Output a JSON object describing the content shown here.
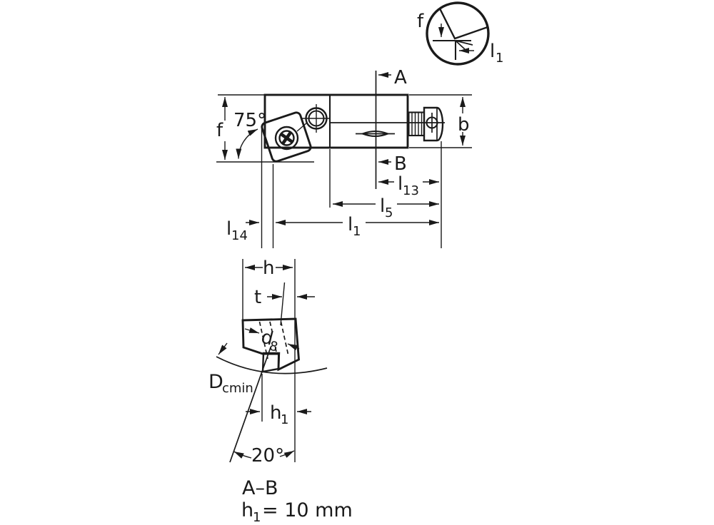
{
  "colors": {
    "body_gray": "#c9c9c9",
    "insert_yellow": "#ecc353",
    "washer_cream": "#f6efdc",
    "line_dark": "#1a1a1a",
    "background": "#ffffff"
  },
  "detail_view": {
    "f": "f",
    "l1_main": "l",
    "l1_sub": "1"
  },
  "top_view": {
    "section_a": "A",
    "section_b": "B",
    "angle": "75°",
    "f": "f",
    "b": "b",
    "l13_main": "l",
    "l13_sub": "13",
    "l5_main": "l",
    "l5_sub": "5",
    "l1_main": "l",
    "l1_sub": "1",
    "l14_main": "l",
    "l14_sub": "14"
  },
  "section_view": {
    "h": "h",
    "t": "t",
    "d8_main": "d",
    "d8_sub": "8",
    "dcmin_main": "D",
    "dcmin_sub": "cmin",
    "h1_main": "h",
    "h1_sub": "1",
    "angle": "20°"
  },
  "caption": {
    "section_label": "A–B",
    "note_main": "h",
    "note_sub": "1",
    "note_rest": "= 10 mm"
  }
}
